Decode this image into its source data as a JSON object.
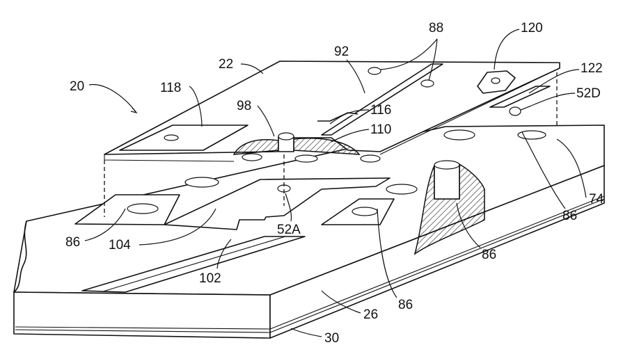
{
  "labels": {
    "l20": "20",
    "l22": "22",
    "l26": "26",
    "l30": "30",
    "l52A": "52A",
    "l52D": "52D",
    "l74": "74",
    "l86a": "86",
    "l86b": "86",
    "l86c": "86",
    "l86d": "86",
    "l88": "88",
    "l92": "92",
    "l98": "98",
    "l102": "102",
    "l104": "104",
    "l110": "110",
    "l116": "116",
    "l118": "118",
    "l120": "120",
    "l122": "122"
  }
}
